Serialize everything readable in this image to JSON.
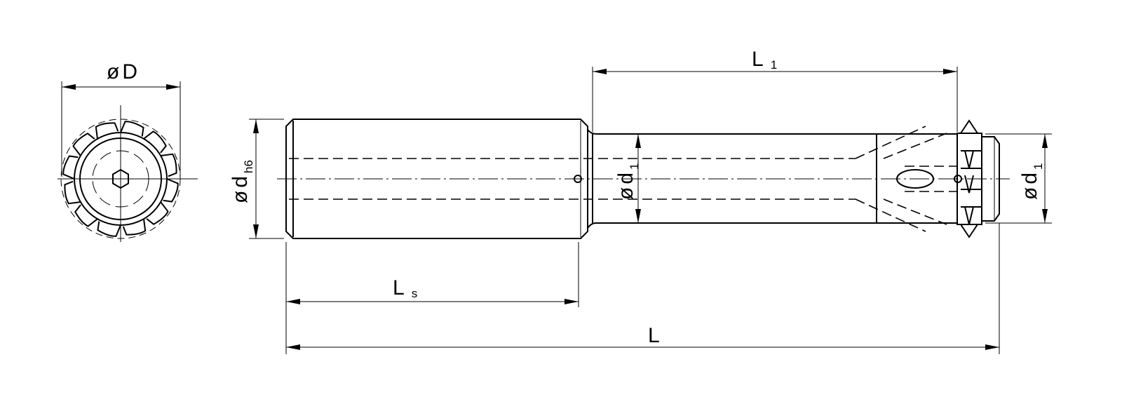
{
  "drawing": {
    "dimensions": {
      "outer_diameter": {
        "symbol": "ø",
        "label": "D"
      },
      "shank_diameter": {
        "symbol": "ø",
        "label": "d",
        "subscript": "h6"
      },
      "neck_diameter": {
        "symbol": "ø",
        "label": "d",
        "subscript": "1"
      },
      "head_diameter": {
        "symbol": "ø",
        "label": "d",
        "subscript": "1"
      },
      "neck_length": {
        "label": "L",
        "subscript": "1"
      },
      "shank_length": {
        "label": "L",
        "subscript": "s"
      },
      "total_length": {
        "label": "L"
      }
    },
    "line_color": "#000000",
    "background": "#ffffff"
  }
}
